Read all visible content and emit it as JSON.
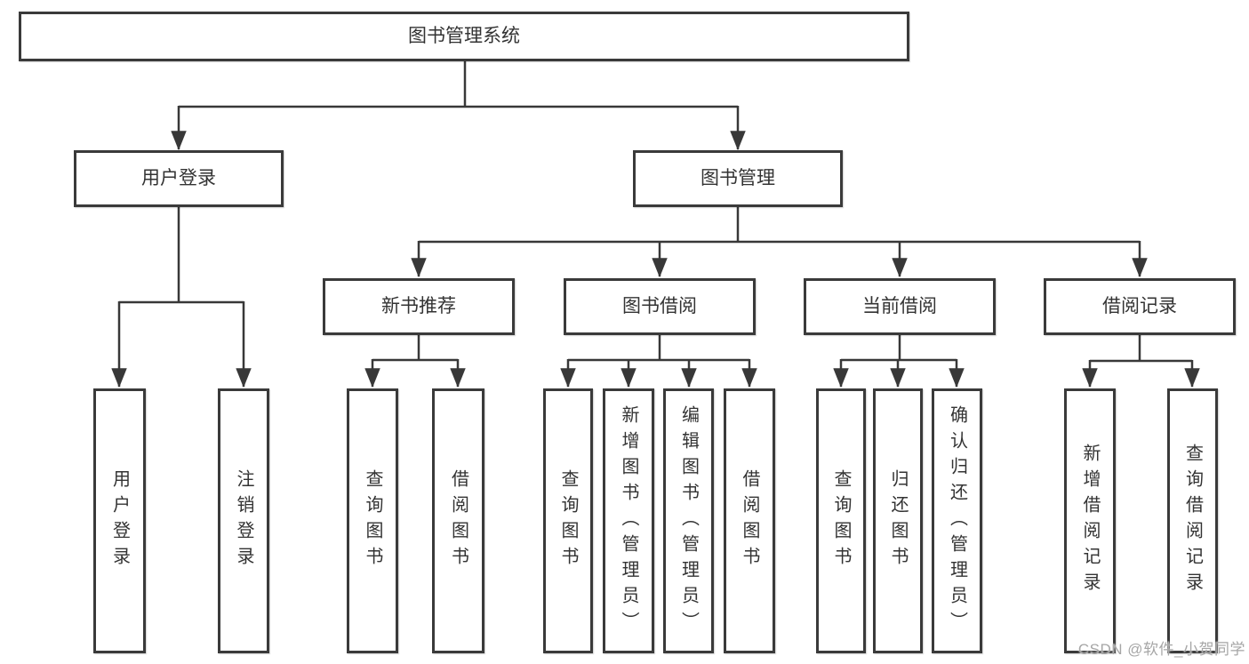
{
  "diagram": {
    "tree": {
      "label": "图书管理系统",
      "children": [
        {
          "label": "用户登录",
          "children": [
            "用户登录",
            "注销登录"
          ]
        },
        {
          "label": "图书管理",
          "children": [
            {
              "label": "新书推荐",
              "children": [
                "查询图书",
                "借阅图书"
              ]
            },
            {
              "label": "图书借阅",
              "children": [
                "查询图书",
                "新增图书（管理员）",
                "编辑图书（管理员）",
                "借阅图书"
              ]
            },
            {
              "label": "当前借阅",
              "children": [
                "查询图书",
                "归还图书",
                "确认归还（管理员）"
              ]
            },
            {
              "label": "借阅记录",
              "children": [
                "新增借阅记录",
                "查询借阅记录"
              ]
            }
          ]
        }
      ]
    }
  },
  "watermark": {
    "text": "CSDN @软件_小贺同学"
  },
  "colors": {
    "line": "#383838",
    "border": "#3a3a3a",
    "text": "#333333",
    "watermark": "#a6a6a6",
    "background": "#ffffff"
  }
}
